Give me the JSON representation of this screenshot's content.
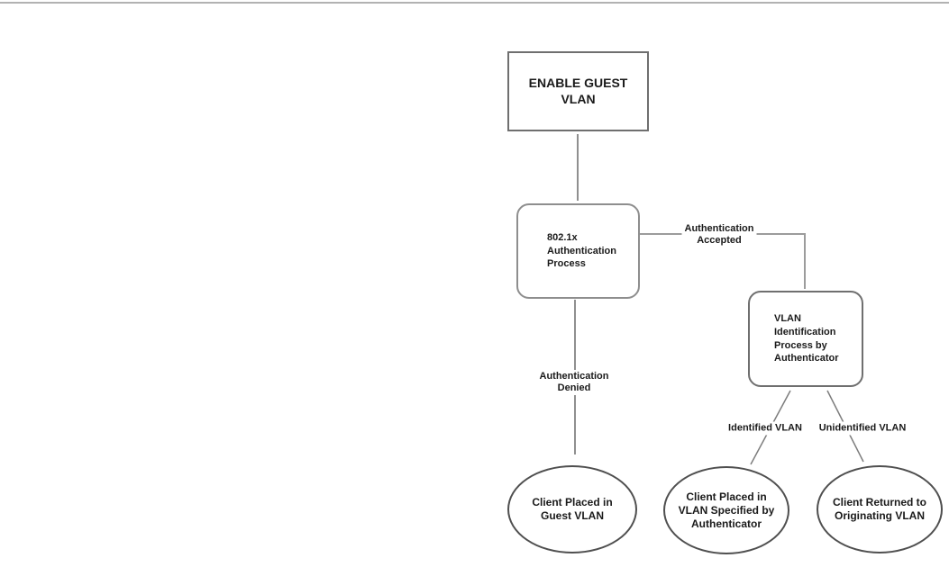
{
  "colors": {
    "background": "#ffffff",
    "top_rule": "#b2b2b2",
    "connector_line": "#8f8f8f",
    "node_border": "#6f6f6f",
    "text": "#1a1a1a"
  },
  "flowchart": {
    "nodes": {
      "enable_guest_vlan": "ENABLE GUEST\nVLAN",
      "auth_process": "802.1x\nAuthentication\nProcess",
      "vlan_identification": "VLAN\nIdentification\nProcess by\nAuthenticator",
      "client_guest_vlan": "Client Placed in\nGuest VLAN",
      "client_specified_vlan": "Client Placed in\nVLAN Specified by\nAuthenticator",
      "client_originating_vlan": "Client Returned to\nOriginating VLAN"
    },
    "edge_labels": {
      "accepted": "Authentication\nAccepted",
      "denied": "Authentication\nDenied",
      "identified": "Identified VLAN",
      "unidentified": "Unidentified VLAN"
    }
  }
}
